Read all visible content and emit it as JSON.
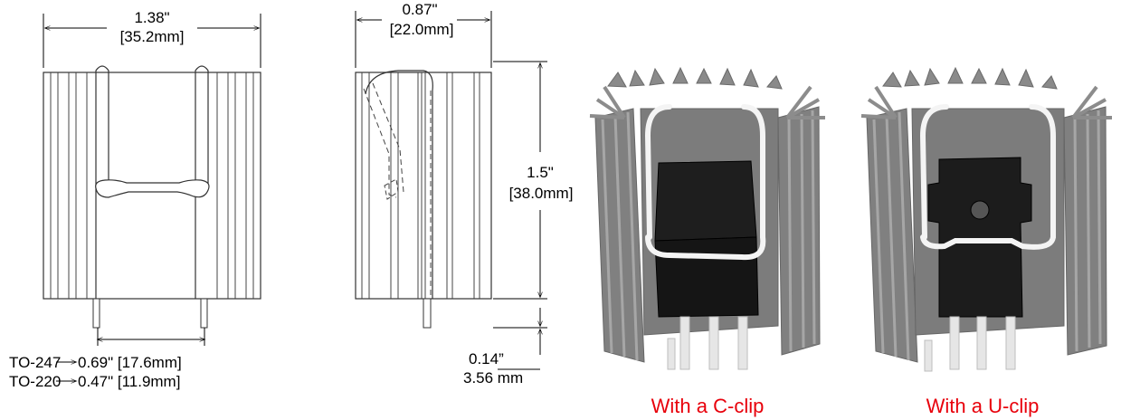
{
  "front_view": {
    "width_in": "1.38\"",
    "width_mm": "[35.2mm]",
    "pin_note_to247": "TO-247",
    "pin_val_to247": "0.69\" [17.6mm]",
    "pin_note_to220": "TO-220",
    "pin_val_to220": "0.47\" [11.9mm]"
  },
  "side_view": {
    "depth_in": "0.87\"",
    "depth_mm": "[22.0mm]",
    "height_in": "1.5\"",
    "height_mm": "[38.0mm]",
    "pin_in": "0.14”",
    "pin_mm": "3.56 mm"
  },
  "captions": {
    "c_clip": "With a C-clip",
    "u_clip": "With a U-clip"
  },
  "colors": {
    "caption": "#e8000b",
    "heatsink": "#8c8c8c",
    "device": "#1a1a1a",
    "clip": "#f2f2f2"
  }
}
